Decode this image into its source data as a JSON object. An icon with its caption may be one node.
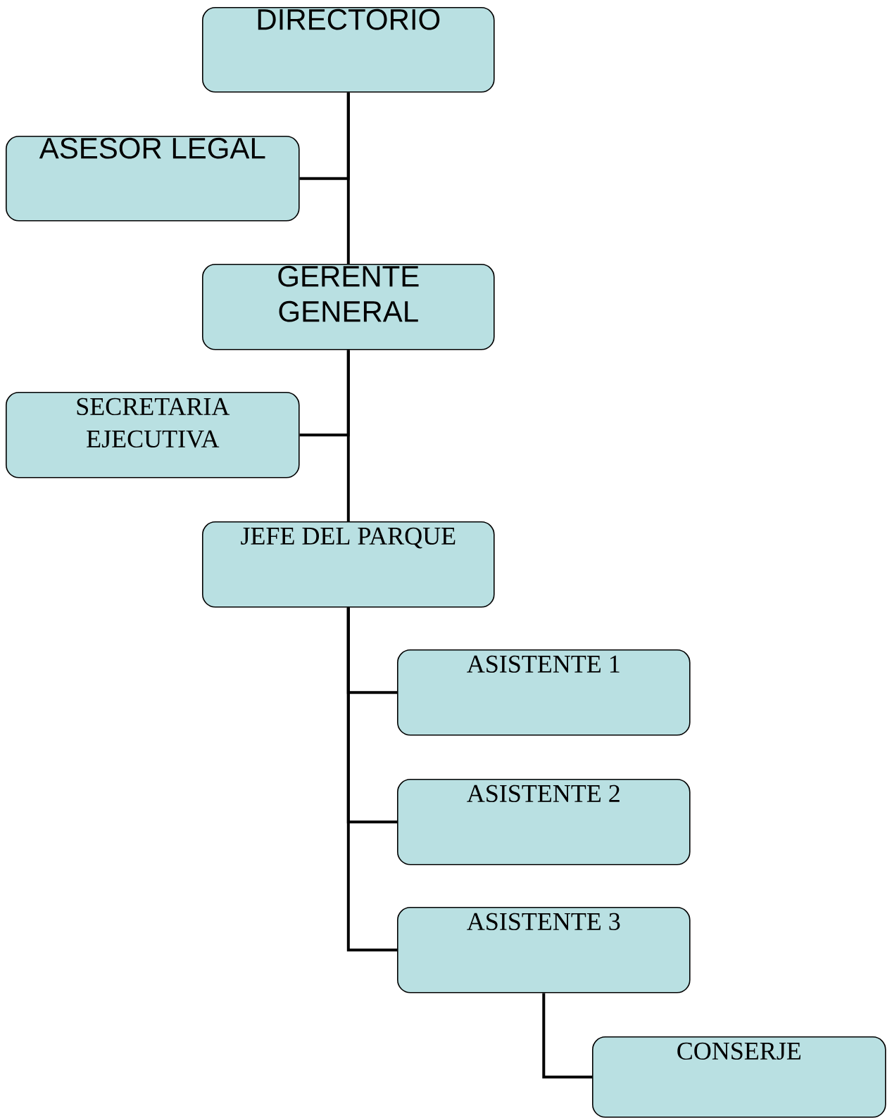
{
  "diagram": {
    "nodes": [
      {
        "text": [
          "DIRECTORIO"
        ]
      },
      {
        "text": [
          "ASESOR LEGAL"
        ]
      },
      {
        "text": [
          "GERENTE GENERAL"
        ]
      },
      {
        "text": [
          "SECRETARIA EJECUTIVA"
        ]
      },
      {
        "text": [
          "JEFE DEL PARQUE"
        ]
      },
      {
        "text": [
          "ASISTENTE 1"
        ]
      },
      {
        "text": [
          "ASISTENTE 2"
        ]
      },
      {
        "text": [
          "ASISTENTE 3"
        ]
      },
      {
        "text": [
          "CONSERJE"
        ]
      }
    ],
    "edges": [
      {
        "from": 0,
        "to": 2,
        "arrow": "none"
      },
      {
        "from": 1,
        "to": 0,
        "arrow": "none"
      },
      {
        "from": 2,
        "to": 4,
        "arrow": "none"
      },
      {
        "from": 3,
        "to": 2,
        "arrow": "none"
      },
      {
        "from": 4,
        "to": 5,
        "arrow": "none"
      },
      {
        "from": 4,
        "to": 6,
        "arrow": "none"
      },
      {
        "from": 4,
        "to": 7,
        "arrow": "none"
      },
      {
        "from": 7,
        "to": 8,
        "arrow": "none"
      }
    ]
  }
}
